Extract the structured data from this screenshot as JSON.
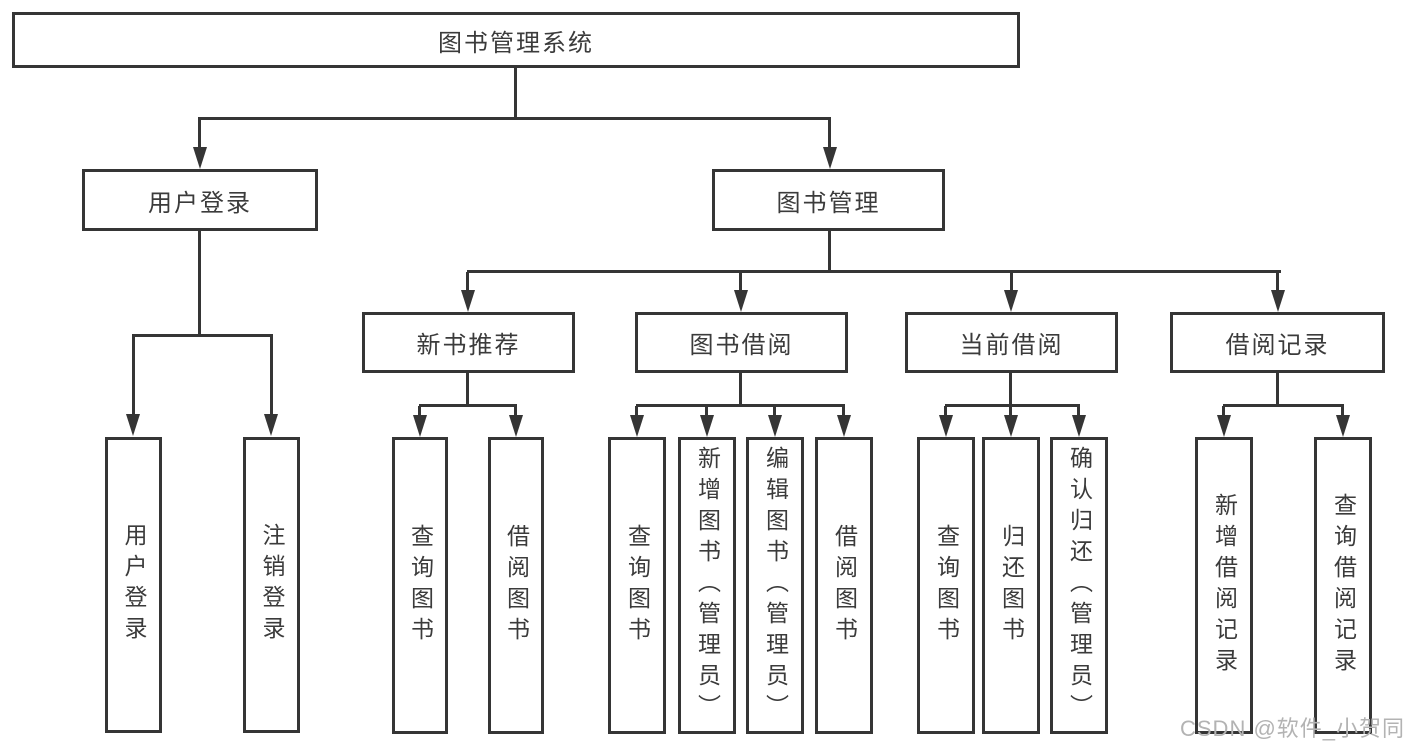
{
  "nodes": {
    "root": "图书管理系统",
    "user_login": "用户登录",
    "book_mgmt": "图书管理",
    "new_book_rec": "新书推荐",
    "book_borrow": "图书借阅",
    "current_borrow": "当前借阅",
    "borrow_records": "借阅记录"
  },
  "leaves": {
    "a1": "用户登录",
    "a2": "注销登录",
    "b1": "查询图书",
    "b2": "借阅图书",
    "c1": "查询图书",
    "c2": "新增图书（管理员）",
    "c3": "编辑图书（管理员）",
    "c4": "借阅图书",
    "d1": "查询图书",
    "d2": "归还图书",
    "d3": "确认归还（管理员）",
    "e1": "新增借阅记录",
    "e2": "查询借阅记录"
  },
  "watermark": {
    "text": "CSDN @软件_小贺同学",
    "color": "#b3b3b3"
  },
  "colors": {
    "line": "#353535",
    "text": "#3b3b3b",
    "background": "#ffffff"
  }
}
